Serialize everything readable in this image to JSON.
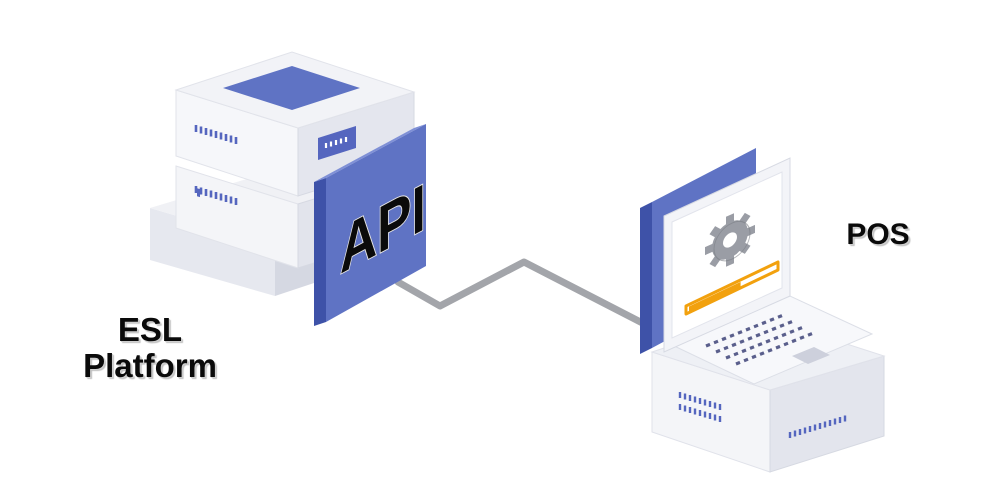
{
  "labels": {
    "esl_line1": "ESL",
    "esl_line2": "Platform",
    "pos": "POS",
    "api": "API"
  },
  "colors": {
    "accent_blue": "#5f73c4",
    "accent_blue_dark": "#3e52a8",
    "server_white": "#f6f7fa",
    "server_shade": "#e4e6ee",
    "cable_gray": "#a3a5aa",
    "progress_orange": "#f2a10e"
  },
  "icons": [
    "esl-server-icon",
    "api-panel-icon",
    "pos-terminal-icon",
    "gear-icon",
    "keyboard-icon"
  ],
  "pos_screen": {
    "progress_fraction": 0.6
  }
}
